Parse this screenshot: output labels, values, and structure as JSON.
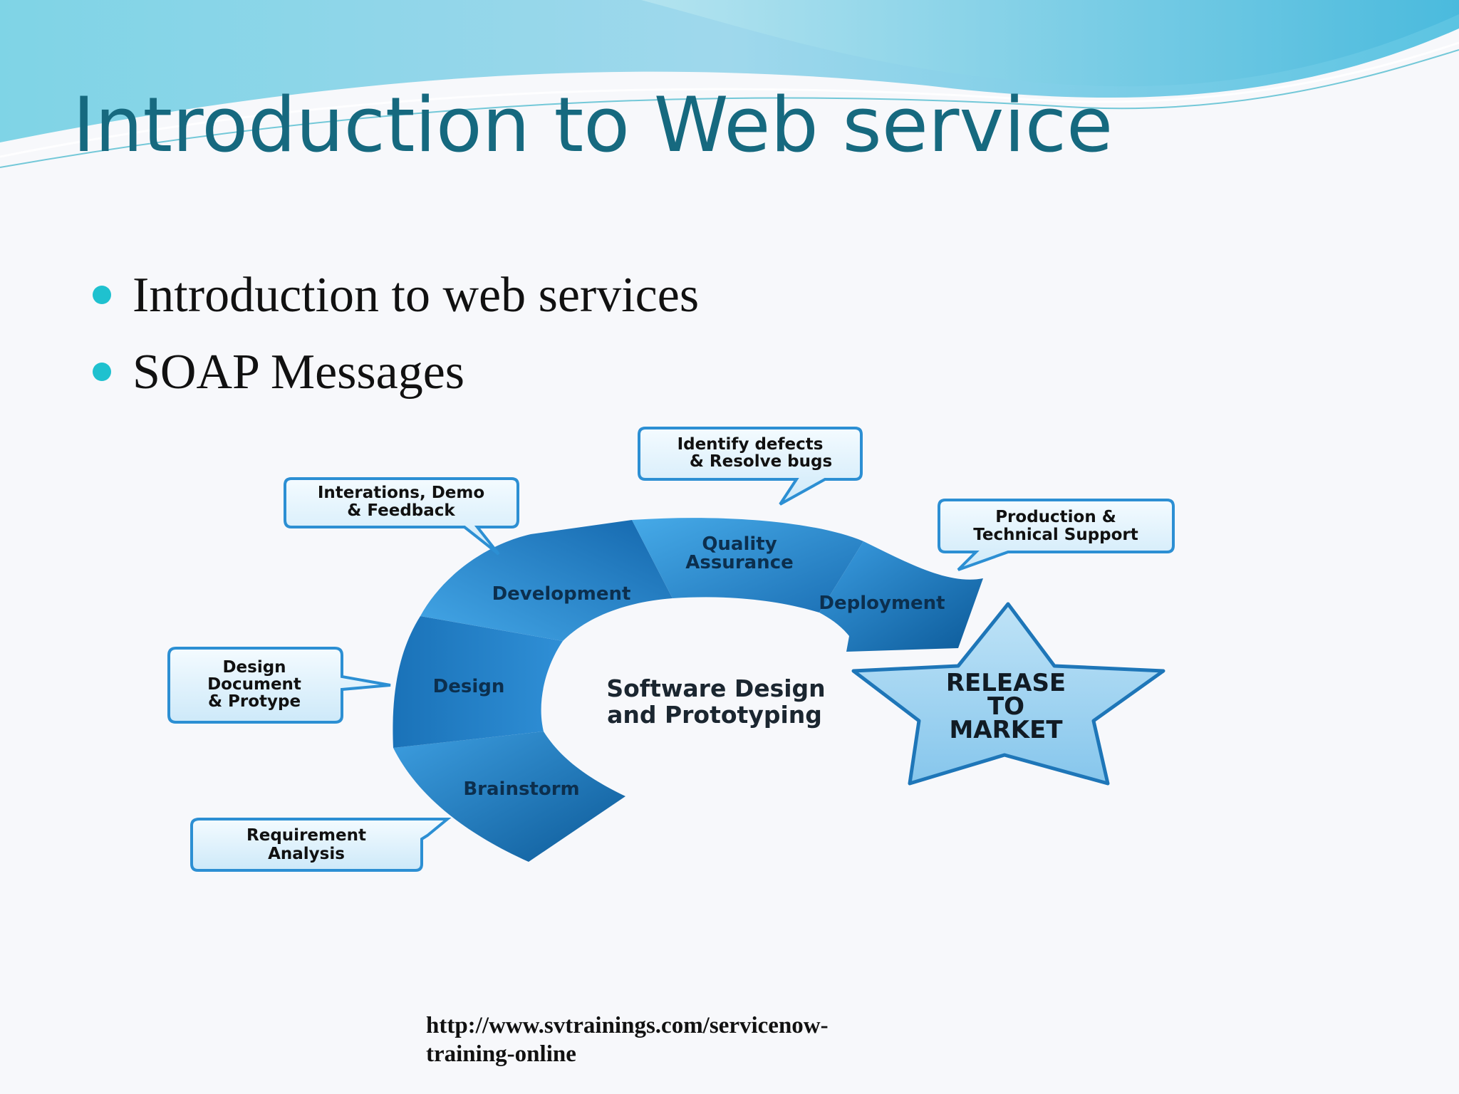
{
  "slide": {
    "title": "Introduction to Web service",
    "bullets": [
      "Introduction to web services",
      "SOAP Messages"
    ],
    "footer_url_line1": "http://www.svtrainings.com/servicenow-",
    "footer_url_line2": "training-online"
  },
  "diagram": {
    "center_line1": "Software Design",
    "center_line2": "and Prototyping",
    "segments": {
      "brainstorm": "Brainstorm",
      "design": "Design",
      "development": "Development",
      "quality_line1": "Quality",
      "quality_line2": "Assurance",
      "deployment": "Deployment"
    },
    "star": {
      "line1": "RELEASE",
      "line2": "TO",
      "line3": "MARKET"
    },
    "callouts": {
      "requirement": [
        "Requirement",
        "Analysis"
      ],
      "design_doc": [
        "Design",
        "Document",
        "& Protype"
      ],
      "iterations": [
        "Interations, Demo",
        "& Feedback"
      ],
      "defects": [
        "Identify defects",
        "& Resolve bugs"
      ],
      "production": [
        "Production &",
        "Technical Support"
      ]
    }
  },
  "colors": {
    "title": "#16697f",
    "bullet": "#1fc1cf",
    "arc_dark": "#0e5d9c",
    "arc_light": "#3fa2e0",
    "callout_border": "#2c8fd3",
    "callout_fill": "#dcf0fb"
  }
}
